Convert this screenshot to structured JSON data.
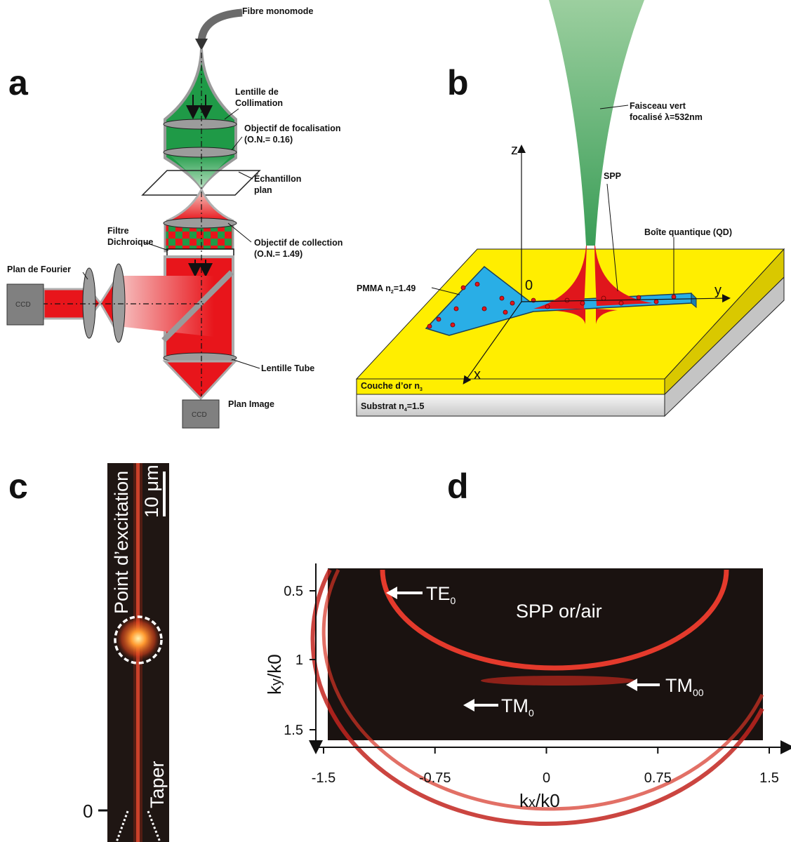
{
  "panels": {
    "a": "a",
    "b": "b",
    "c": "c",
    "d": "d"
  },
  "panel_a": {
    "fibre": "Fibre monomode",
    "lentille_collimation": [
      "Lentille de",
      "Collimation"
    ],
    "objectif_focalisation": [
      "Objectif de focalisation",
      "(O.N.= 0.16)"
    ],
    "echantillon": [
      "Échantillon",
      "plan"
    ],
    "filtre": [
      "Filtre",
      "Dichroique"
    ],
    "objectif_collection": [
      "Objectif de collection",
      "(O.N.= 1.49)"
    ],
    "plan_fourier": "Plan de Fourier",
    "lentille_tube": "Lentille Tube",
    "plan_image": "Plan Image",
    "ccd": "CCD",
    "colors": {
      "green": "#1f9a47",
      "red": "#e8151b",
      "grey": "#8a8a8a"
    }
  },
  "panel_b": {
    "faisceau": [
      "Faisceau vert",
      "focalisé λ=532nm"
    ],
    "spp": "SPP",
    "boite": "Boîte quantique (QD)",
    "pmma": "PMMA n",
    "pmma_sub": "2",
    "pmma_val": "=1.49",
    "couche": "Couche d’or n",
    "couche_sub": "3",
    "substrat": "Substrat n",
    "substrat_sub": "4",
    "substrat_val": "=1.5",
    "axis_z": "z",
    "axis_y": "y",
    "axis_x": "x",
    "origin": "0",
    "colors": {
      "gold": "#ffee00",
      "pmma": "#29aee6",
      "spp": "#e0161c"
    }
  },
  "panel_c": {
    "point_excitation": "Point d’excitation",
    "scale": "10 μm",
    "taper": "Taper",
    "zero": "0"
  },
  "panel_d": {
    "ylabel_main": "k",
    "ylabel_sub": "y",
    "ylabel_tail": "/k0",
    "xlabel_main": "k",
    "xlabel_sub": "x",
    "xlabel_tail": "/k0",
    "x_ticks": [
      "-1.5",
      "-0.75",
      "0",
      "0.75",
      "1.5"
    ],
    "y_ticks": [
      "0.5",
      "1",
      "1.5"
    ],
    "annotations": {
      "te": "TE",
      "te_sub": "0",
      "spp": "SPP or/air",
      "tm00": "TM",
      "tm00_sub": "00",
      "tm0": "TM",
      "tm0_sub": "0"
    }
  }
}
